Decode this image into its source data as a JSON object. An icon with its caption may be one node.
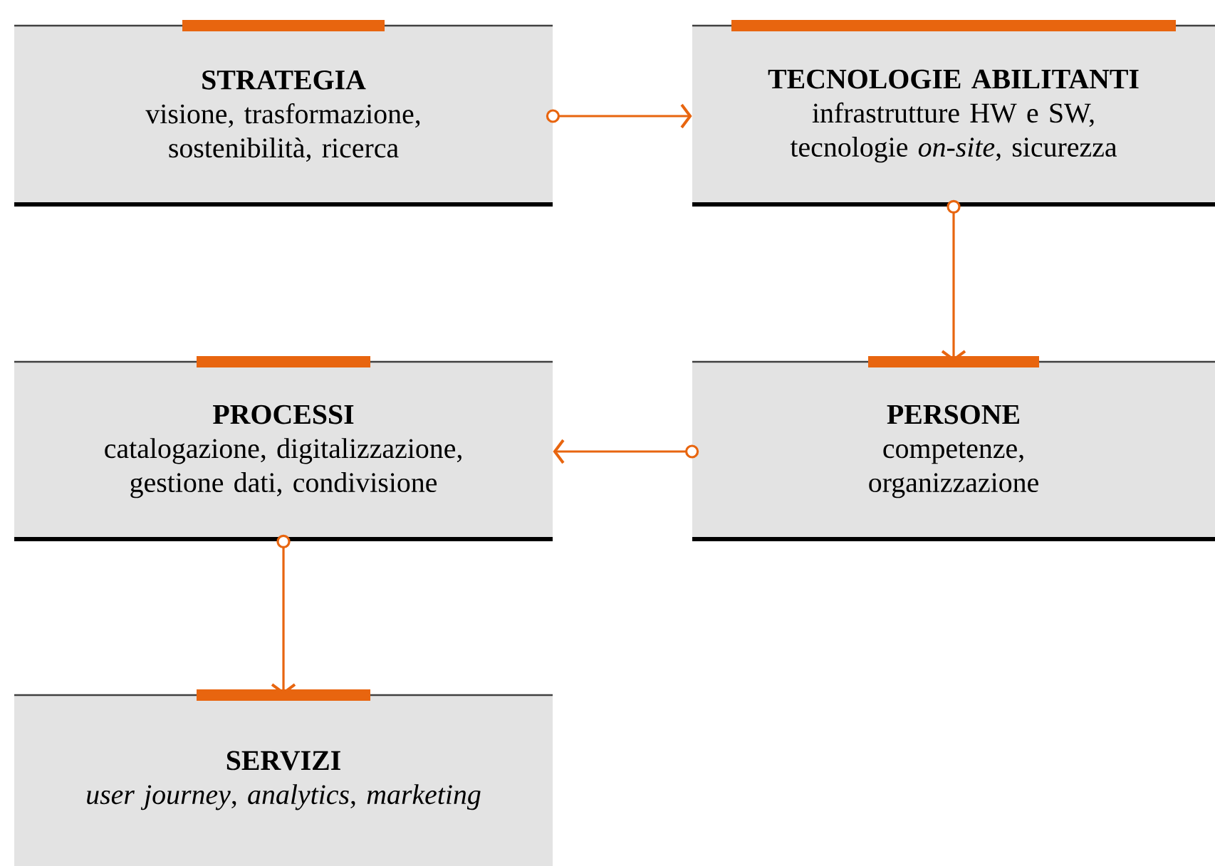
{
  "diagram": {
    "nodes": [
      {
        "text": [
          "STRATEGIA",
          "visione, trasformazione, sostenibilità, ricerca"
        ]
      },
      {
        "text": [
          "TECNOLOGIE ABILITANTI",
          "infrastrutture HW e SW, tecnologie *on-site*, sicurezza"
        ]
      },
      {
        "text": [
          "PROCESSI",
          "catalogazione, digitalizzazione, gestione dati, condivisione"
        ]
      },
      {
        "text": [
          "PERSONE",
          "competenze, organizzazione"
        ]
      },
      {
        "text": [
          "SERVIZI",
          "*user journey*, *analytics*, *marketing*"
        ]
      }
    ],
    "edges": [
      {
        "from": 0,
        "to": 1,
        "arrow": "to"
      },
      {
        "from": 1,
        "to": 3,
        "arrow": "to"
      },
      {
        "from": 3,
        "to": 2,
        "arrow": "to"
      },
      {
        "from": 2,
        "to": 4,
        "arrow": "to"
      }
    ]
  }
}
